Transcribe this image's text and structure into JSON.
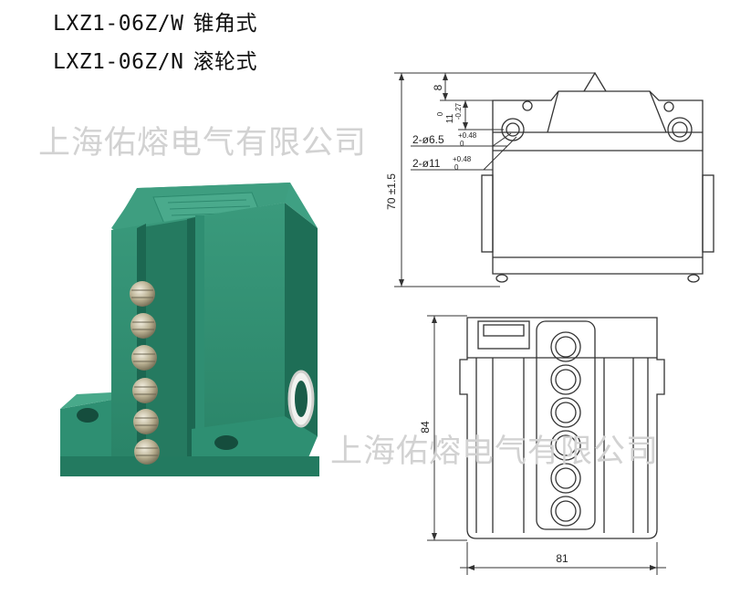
{
  "titles": {
    "line1_model": "LXZ1-06Z/W",
    "line1_type": "锥角式",
    "line2_model": "LXZ1-06Z/N",
    "line2_type": "滚轮式"
  },
  "watermark": "上海佑熔电气有限公司",
  "dimensions": {
    "top_offset": "8",
    "hole_pos": "11",
    "hole_pos_upper": "0",
    "hole_pos_lower": "-0.27",
    "small_hole_prefix": "2-ø6.5",
    "small_hole_tol": "+0.48",
    "small_hole_tol_lower": "0",
    "large_hole_prefix": "2-ø11",
    "large_hole_tol": "+0.48",
    "large_hole_tol_lower": "0",
    "height": "70 ±1.5",
    "depth": "84",
    "width": "81"
  },
  "colors": {
    "body_green": "#2e8f72",
    "body_dark": "#1f6b55",
    "body_light": "#45a88a",
    "contact_metal": "#c9c2a8",
    "line": "#333333"
  }
}
